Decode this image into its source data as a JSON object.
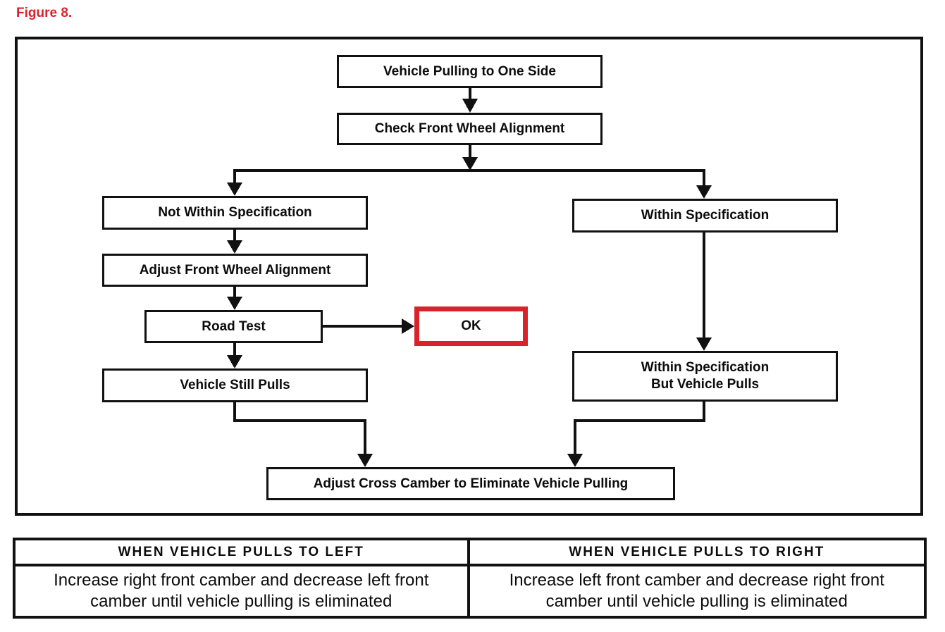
{
  "figure_label": "Figure 8.",
  "colors": {
    "accent_red": "#d8232a",
    "line_black": "#111111"
  },
  "flowchart": {
    "nodes": {
      "vehicle_pulling": "Vehicle Pulling to One Side",
      "check_alignment": "Check Front Wheel Alignment",
      "not_within_spec": "Not Within Specification",
      "adjust_alignment": "Adjust Front Wheel Alignment",
      "road_test": "Road Test",
      "ok": "OK",
      "vehicle_still_pulls": "Vehicle Still Pulls",
      "within_spec": "Within Specification",
      "within_spec_but_pulls": "Within Specification\nBut Vehicle Pulls",
      "adjust_cross_camber": "Adjust Cross Camber to Eliminate Vehicle Pulling"
    },
    "edges": [
      "vehicle_pulling -> check_alignment",
      "check_alignment -> not_within_spec",
      "check_alignment -> within_spec",
      "not_within_spec -> adjust_alignment",
      "adjust_alignment -> road_test",
      "road_test -> ok",
      "road_test -> vehicle_still_pulls",
      "vehicle_still_pulls -> adjust_cross_camber",
      "within_spec -> within_spec_but_pulls",
      "within_spec_but_pulls -> adjust_cross_camber"
    ]
  },
  "table": {
    "headers": [
      "WHEN VEHICLE PULLS TO LEFT",
      "WHEN VEHICLE PULLS TO RIGHT"
    ],
    "cells": [
      "Increase right front camber and decrease left front camber until vehicle pulling is eliminated",
      "Increase left front camber and decrease right front camber until vehicle pulling is eliminated"
    ]
  }
}
